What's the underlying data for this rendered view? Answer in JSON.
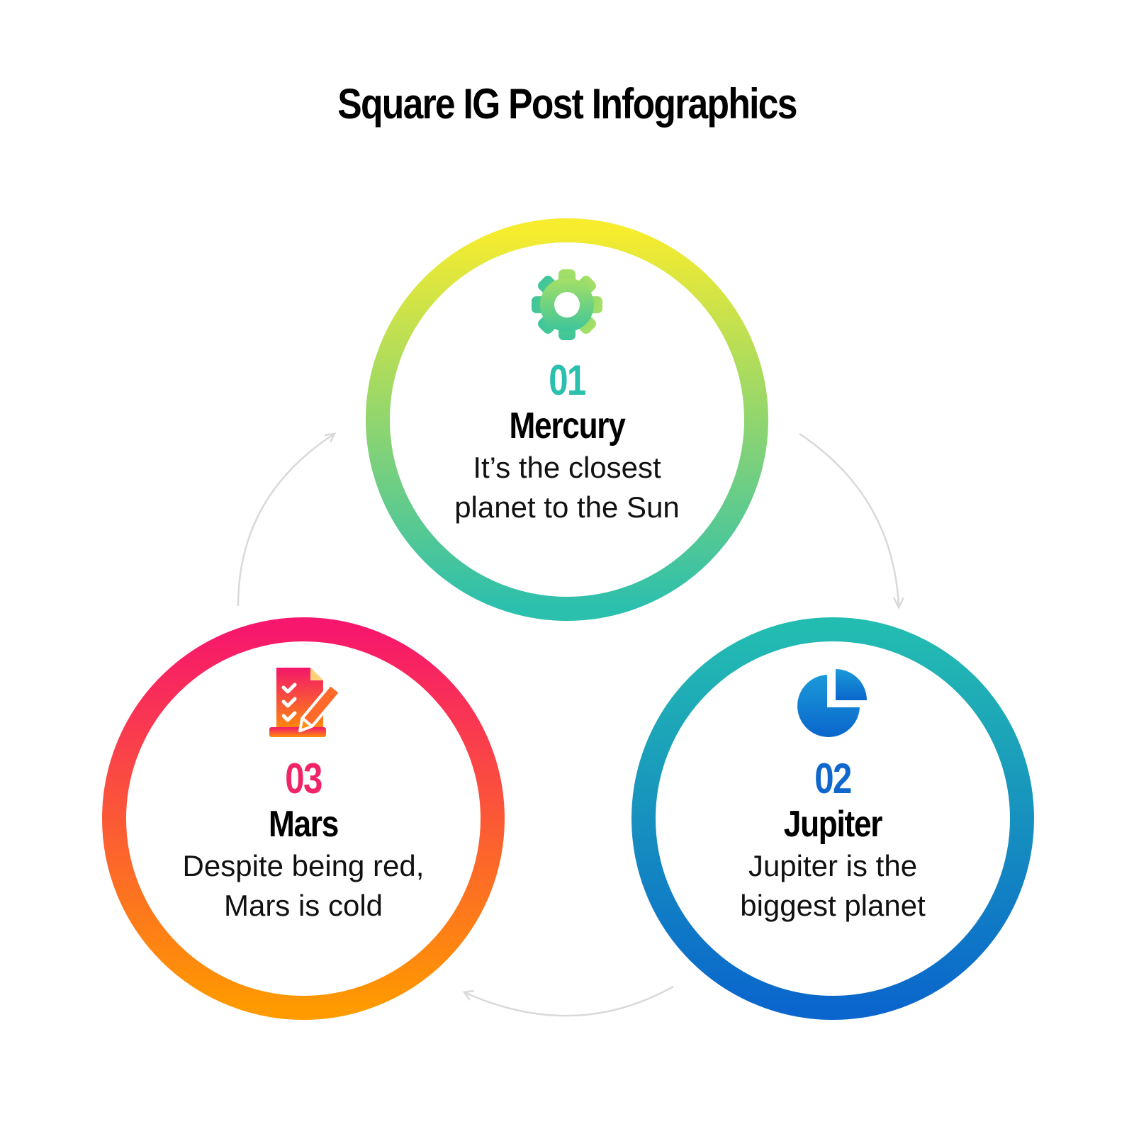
{
  "title": "Square IG Post Infographics",
  "colors": {
    "arrow": "#d9d9d9",
    "mercury_top": "#f7ec2e",
    "mercury_bottom": "#2bbfae",
    "jupiter_top": "#23bcb1",
    "jupiter_bottom": "#0a66cc",
    "mars_top": "#f7176c",
    "mars_bottom": "#ff9a00"
  },
  "steps": [
    {
      "number": "01",
      "name": "Mercury",
      "desc_line1": "It’s the closest",
      "desc_line2": "planet to the Sun",
      "icon": "gear-icon",
      "number_color": "#2bbfae"
    },
    {
      "number": "02",
      "name": "Jupiter",
      "desc_line1": "Jupiter is the",
      "desc_line2": "biggest planet",
      "icon": "pie-chart-icon",
      "number_color": "#1068cc"
    },
    {
      "number": "03",
      "name": "Mars",
      "desc_line1": "Despite being red,",
      "desc_line2": "Mars is cold",
      "icon": "checklist-pencil-icon",
      "number_color": "#f02466"
    }
  ]
}
